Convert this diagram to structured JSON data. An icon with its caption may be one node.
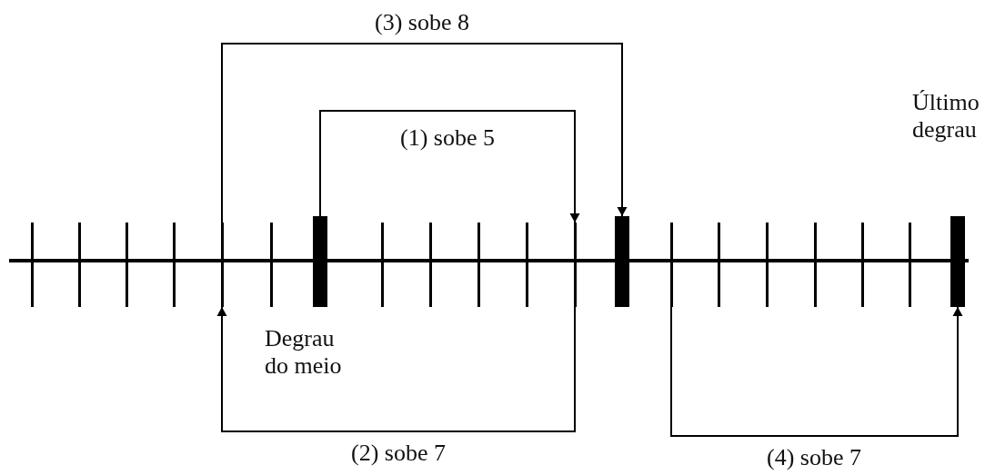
{
  "diagram": {
    "nodes": [
      {
        "text": [],
        "shape": "bar"
      },
      {
        "text": [],
        "shape": "bar"
      },
      {
        "text": [],
        "shape": "bar"
      },
      {
        "text": [],
        "shape": "bar"
      },
      {
        "text": [],
        "shape": "bar"
      },
      {
        "text": [],
        "shape": "bar"
      },
      {
        "text": [],
        "shape": "bar",
        "beside": [
          "Degrau do meio"
        ]
      },
      {
        "text": [],
        "shape": "bar"
      },
      {
        "text": [],
        "shape": "bar"
      },
      {
        "text": [],
        "shape": "bar"
      },
      {
        "text": [],
        "shape": "bar"
      },
      {
        "text": [],
        "shape": "bar"
      },
      {
        "text": [],
        "shape": "bar"
      },
      {
        "text": [],
        "shape": "bar"
      },
      {
        "text": [],
        "shape": "bar"
      },
      {
        "text": [],
        "shape": "bar"
      },
      {
        "text": [],
        "shape": "bar"
      },
      {
        "text": [],
        "shape": "bar"
      },
      {
        "text": [],
        "shape": "bar"
      },
      {
        "text": [],
        "shape": "bar",
        "beside": [
          "Último degrau"
        ]
      }
    ],
    "edges": [
      {
        "from": 6,
        "to": 11,
        "arrow": "to",
        "label": "(1) sobe 5"
      },
      {
        "from": 11,
        "to": 4,
        "arrow": "to",
        "label": "(2) sobe 7"
      },
      {
        "from": 4,
        "to": 12,
        "arrow": "to",
        "label": "(3) sobe 8"
      },
      {
        "from": 13,
        "to": 19,
        "arrow": "to",
        "label": "(4) sobe 7"
      }
    ]
  }
}
